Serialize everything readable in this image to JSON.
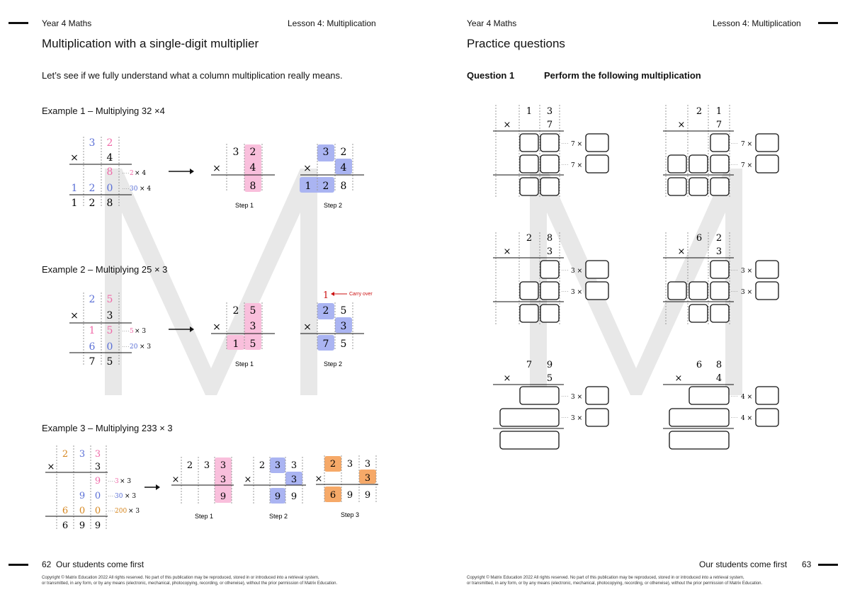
{
  "header": {
    "left_book": "Year 4 Maths",
    "left_lesson": "Lesson 4: Multiplication",
    "right_book": "Year 4 Maths",
    "right_lesson": "Lesson 4: Multiplication"
  },
  "left_page": {
    "title": "Multiplication with a single-digit multiplier",
    "intro": "Let’s see if we fully understand what a column multiplication really means.",
    "examples": [
      {
        "title": "Example 1 – Multiplying 32 ×4",
        "step_labels": [
          "Step 1",
          "Step 2"
        ]
      },
      {
        "title": "Example 2  – Multiplying 25 × 3",
        "step_labels": [
          "Step 1",
          "Step 2"
        ],
        "carry_label": "Carry over"
      },
      {
        "title": "Example 3   – Multiplying 233 × 3",
        "step_labels": [
          "Step 1",
          "Step 2",
          "Step 3"
        ]
      }
    ],
    "page_number": "62",
    "footer_slogan": "Our students come first"
  },
  "right_page": {
    "title": "Practice questions",
    "question_number": "Question 1",
    "question_text": "Perform the following multiplication",
    "page_number": "63",
    "footer_slogan": "Our students come first"
  },
  "copyright": "Copyright © Matrix Education 2022 All rights reserved. No part of this publication may be reproduced, stored in or introduced into a retrieval system,\nor transmitted, in any form, or by any means (electronic, mechanical, photocopying, recording, or otherwise), without the prior permission of Matrix Education.",
  "colors": {
    "pink": "#f06aa8",
    "pink_fill": "#f9bfdc",
    "blue": "#5a6fd6",
    "blue_fill": "#aab4f2",
    "orange": "#d6861e",
    "orange_fill": "#f6a968",
    "red": "#cc1111",
    "watermark": "#e8e8e8"
  },
  "icons": {
    "arrow": "right-arrow-icon",
    "carry_arrow": "left-arrow-icon",
    "watermark": "matrix-m-logo"
  }
}
